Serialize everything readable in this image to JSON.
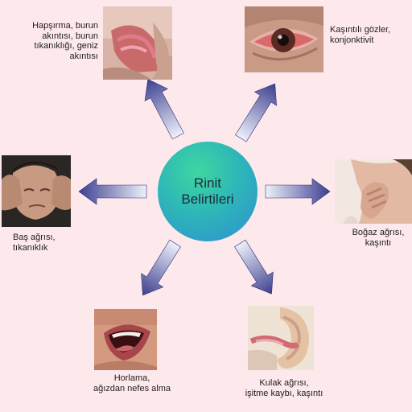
{
  "center_title": "Rinit\nBelirtileri",
  "symptoms": [
    {
      "id": "nose",
      "label": "Hapşırma, burun\nakıntısı, burun\ntıkanıklığı, geniz\nakıntısı",
      "icon": "nose-cross-section-icon"
    },
    {
      "id": "eye",
      "label": "Kaşıntılı gözler,\nkonjonktivit",
      "icon": "red-eye-icon"
    },
    {
      "id": "head",
      "label": "Baş ağrısı,\ntıkanıklık",
      "icon": "headache-icon"
    },
    {
      "id": "throat",
      "label": "Boğaz ağrısı,\nkaşıntı",
      "icon": "sore-throat-icon"
    },
    {
      "id": "mouth",
      "label": "Horlama,\nağızdan nefes alma",
      "icon": "open-mouth-icon"
    },
    {
      "id": "ear",
      "label": "Kulak ağrısı,\nişitme kaybı, kaşıntı",
      "icon": "ear-icon"
    }
  ],
  "colors": {
    "background": "#fde9ec",
    "arrow_light": "#eef0fb",
    "arrow_dark": "#3c3f8f"
  }
}
